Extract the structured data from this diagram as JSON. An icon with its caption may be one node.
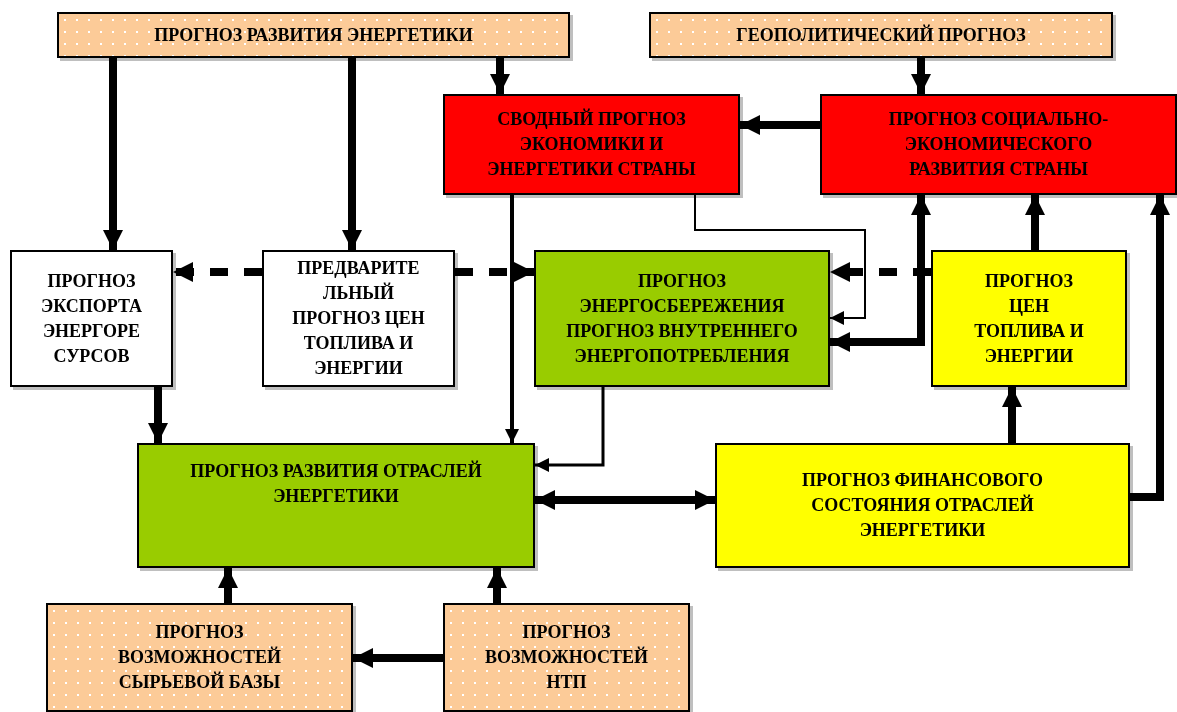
{
  "diagram": {
    "nodes": [
      {
        "text": [
          "ПРОГНОЗ РАЗВИТИЯ ЭНЕРГЕТИКИ"
        ]
      },
      {
        "text": [
          "ГЕОПОЛИТИЧЕСКИЙ ПРОГНОЗ"
        ]
      },
      {
        "text": [
          "СВОДНЫЙ ПРОГНОЗ ЭКОНОМИКИ И ЭНЕРГЕТИКИ СТРАНЫ"
        ]
      },
      {
        "text": [
          "ПРОГНОЗ СОЦИАЛЬНО-ЭКОНОМИЧЕСКОГО РАЗВИТИЯ СТРАНЫ"
        ]
      },
      {
        "text": [
          "ПРОГНОЗ ЭКСПОРТА ЭНЕРГОРЕ СУРСОВ"
        ]
      },
      {
        "text": [
          "ПРЕДВАРИТЕ ЛЬНЫЙ ПРОГНОЗ ЦЕН ТОПЛИВА И ЭНЕРГИИ"
        ]
      },
      {
        "text": [
          "ПРОГНОЗ ЭНЕРГОСБЕРЕЖЕНИЯ",
          "ПРОГНОЗ ВНУТРЕННЕГО ЭНЕРГОПОТРЕБЛЕНИЯ"
        ]
      },
      {
        "text": [
          "ПРОГНОЗ ЦЕН ТОПЛИВА И ЭНЕРГИИ"
        ]
      },
      {
        "text": [
          "ПРОГНОЗ РАЗВИТИЯ ОТРАСЛЕЙ ЭНЕРГЕТИКИ"
        ]
      },
      {
        "text": [
          "ПРОГНОЗ ФИНАНСОВОГО СОСТОЯНИЯ ОТРАСЛЕЙ ЭНЕРГЕТИКИ"
        ]
      },
      {
        "text": [
          "ПРОГНОЗ ВОЗМОЖНОСТЕЙ СЫРЬЕВОЙ БАЗЫ"
        ]
      },
      {
        "text": [
          "ПРОГНОЗ ВОЗМОЖНОСТЕЙ НТП"
        ]
      }
    ],
    "edges": [
      {
        "from": 0,
        "to": 4,
        "arrow": "to"
      },
      {
        "from": 0,
        "to": 5,
        "arrow": "to"
      },
      {
        "from": 0,
        "to": 2,
        "arrow": "to"
      },
      {
        "from": 1,
        "to": 3,
        "arrow": "to"
      },
      {
        "from": 3,
        "to": 2,
        "arrow": "to"
      },
      {
        "from": 5,
        "to": 4,
        "arrow": "to",
        "style": "dashed"
      },
      {
        "from": 5,
        "to": 6,
        "arrow": "to",
        "style": "dashed"
      },
      {
        "from": 7,
        "to": 6,
        "arrow": "to",
        "style": "dashed"
      },
      {
        "from": 2,
        "to": 6,
        "arrow": "to"
      },
      {
        "from": 6,
        "to": 3,
        "arrow": "both"
      },
      {
        "from": 7,
        "to": 3,
        "arrow": "to"
      },
      {
        "from": 9,
        "to": 7,
        "arrow": "to"
      },
      {
        "from": 9,
        "to": 3,
        "arrow": "to"
      },
      {
        "from": 2,
        "to": 8,
        "arrow": "to"
      },
      {
        "from": 6,
        "to": 8,
        "arrow": "to"
      },
      {
        "from": 4,
        "to": 8,
        "arrow": "to"
      },
      {
        "from": 8,
        "to": 9,
        "arrow": "both"
      },
      {
        "from": 10,
        "to": 8,
        "arrow": "to"
      },
      {
        "from": 11,
        "to": 8,
        "arrow": "to"
      },
      {
        "from": 11,
        "to": 10,
        "arrow": "to"
      }
    ]
  }
}
